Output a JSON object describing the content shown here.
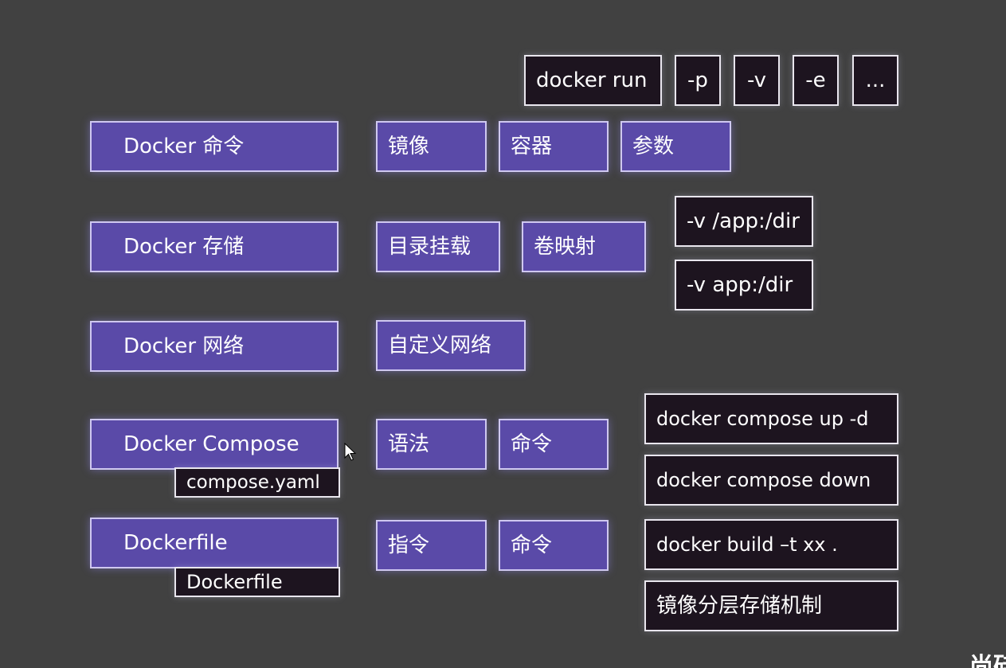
{
  "topics": {
    "commands": "Docker 命令",
    "storage": "Docker 存储",
    "network": "Docker 网络",
    "compose": "Docker Compose",
    "dockerfile": "Dockerfile"
  },
  "subtopics": {
    "commands": [
      "镜像",
      "容器",
      "参数"
    ],
    "storage": [
      "目录挂载",
      "卷映射"
    ],
    "network": [
      "自定义网络"
    ],
    "compose": [
      "语法",
      "命令"
    ],
    "dockerfile": [
      "指令",
      "命令"
    ]
  },
  "details": {
    "run": "docker run",
    "run_flags": [
      "-p",
      "-v",
      "-e",
      "..."
    ],
    "storage": [
      "-v /app:/dir",
      "-v app:/dir"
    ],
    "compose_file": "compose.yaml",
    "compose_cmds": [
      "docker compose up -d",
      "docker compose down"
    ],
    "dockerfile_file": "Dockerfile",
    "dockerfile_cmds": [
      "docker build –t xx .",
      "镜像分层存储机制"
    ]
  },
  "watermark": "尚硅",
  "colors": {
    "background": "#414141",
    "purple_box": "#5a4aa8",
    "dark_box": "#1d141f"
  }
}
